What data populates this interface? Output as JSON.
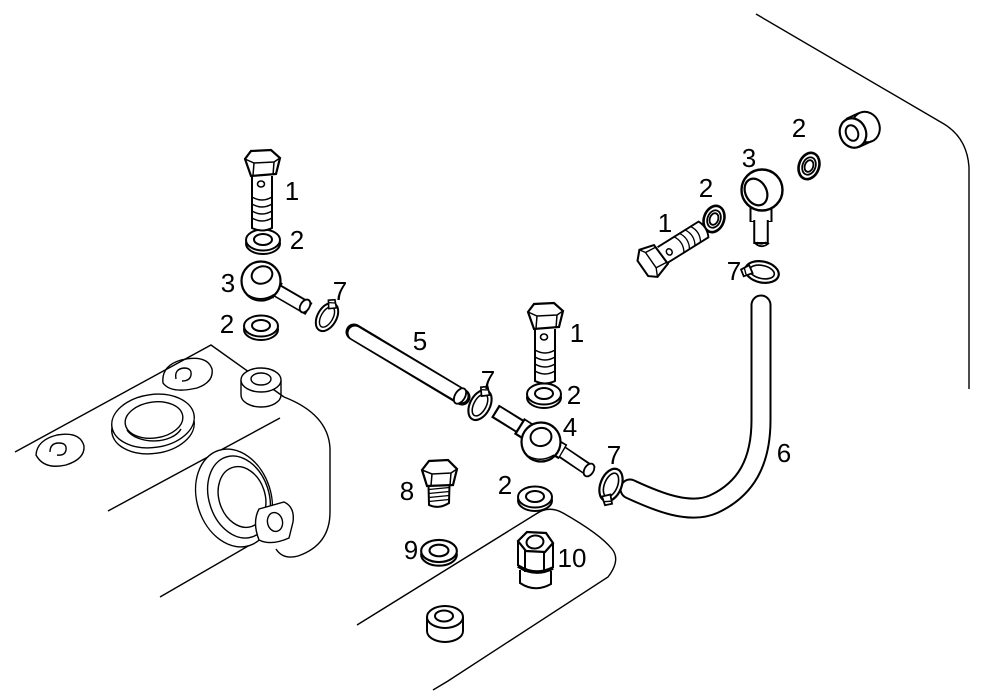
{
  "diagram": {
    "type": "exploded-parts-diagram",
    "description": "Black line-art exploded parts diagram: banjo bolts, seal washers, banjo unions, a rigid pipe, a curved hose and hose clamps shown between an engine block (lower left) and body panels (top right / bottom right)",
    "background_color": "#ffffff",
    "line_color": "#000000"
  },
  "parts_legend": [
    {
      "number": "1",
      "name": "banjo-bolt",
      "count": 3
    },
    {
      "number": "2",
      "name": "seal-washer",
      "count": 6
    },
    {
      "number": "3",
      "name": "banjo-union",
      "count": 2
    },
    {
      "number": "4",
      "name": "inline-union",
      "count": 1
    },
    {
      "number": "5",
      "name": "rigid-pipe",
      "count": 1
    },
    {
      "number": "6",
      "name": "curved-hose",
      "count": 1
    },
    {
      "number": "7",
      "name": "hose-clamp",
      "count": 4
    },
    {
      "number": "8",
      "name": "hex-bolt",
      "count": 1
    },
    {
      "number": "9",
      "name": "plain-washer",
      "count": 1
    },
    {
      "number": "10",
      "name": "union-nut",
      "count": 1
    }
  ],
  "callouts": [
    {
      "text": "1",
      "part": "banjo-bolt-left"
    },
    {
      "text": "2",
      "part": "seal-washer-left-upper"
    },
    {
      "text": "3",
      "part": "banjo-union-left"
    },
    {
      "text": "7",
      "part": "hose-clamp-left"
    },
    {
      "text": "2",
      "part": "seal-washer-left-lower"
    },
    {
      "text": "5",
      "part": "rigid-pipe"
    },
    {
      "text": "7",
      "part": "hose-clamp-pipe"
    },
    {
      "text": "1",
      "part": "banjo-bolt-center"
    },
    {
      "text": "2",
      "part": "seal-washer-center"
    },
    {
      "text": "4",
      "part": "inline-union"
    },
    {
      "text": "7",
      "part": "hose-clamp-union"
    },
    {
      "text": "6",
      "part": "curved-hose"
    },
    {
      "text": "8",
      "part": "hex-bolt"
    },
    {
      "text": "2",
      "part": "seal-washer-bottom"
    },
    {
      "text": "9",
      "part": "plain-washer"
    },
    {
      "text": "10",
      "part": "union-nut"
    },
    {
      "text": "1",
      "part": "banjo-bolt-right"
    },
    {
      "text": "2",
      "part": "seal-washer-right-lower"
    },
    {
      "text": "3",
      "part": "banjo-union-right"
    },
    {
      "text": "2",
      "part": "seal-washer-right-upper"
    },
    {
      "text": "7",
      "part": "hose-clamp-right"
    }
  ]
}
